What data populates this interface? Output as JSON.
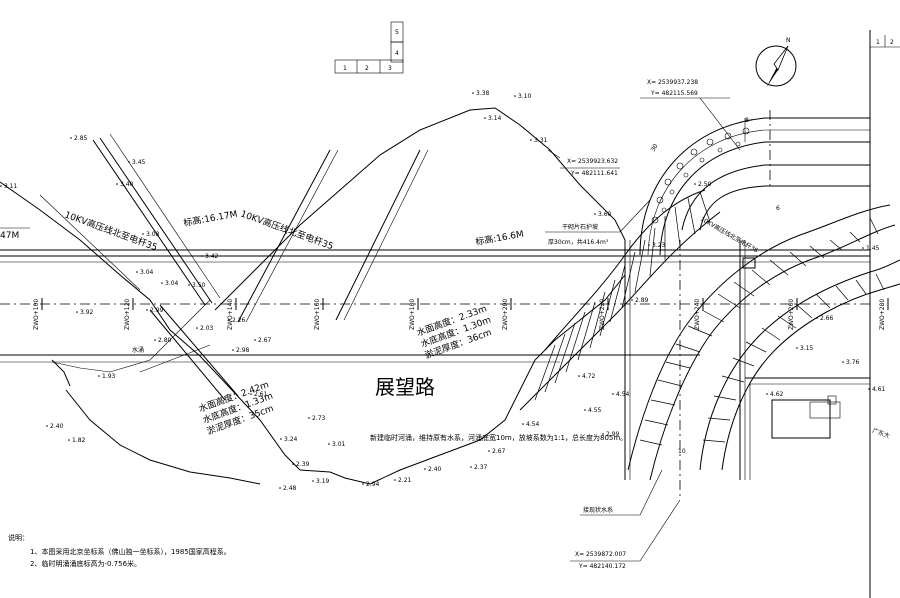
{
  "title_boxes": {
    "top": [
      "5",
      "4"
    ],
    "row": [
      "1",
      "2",
      "3"
    ]
  },
  "north": "N",
  "sheet_marks": {
    "left": "1",
    "right": "2"
  },
  "road_name": "展望路",
  "coords": {
    "c1_x": "X= 2539937.238",
    "c1_y": "Y= 482115.569",
    "c2_x": "X= 2539923.632",
    "c2_y": "Y= 482111.641",
    "c3_x": "X= 2539872.007",
    "c3_y": "Y= 482140.172"
  },
  "stakes": [
    "ZWO+100",
    "ZWO+120",
    "ZWO+140",
    "ZWO+160",
    "ZWO+180",
    "ZWO+200",
    "ZWO+220",
    "ZWO+240",
    "ZWO+260",
    "ZWO+280"
  ],
  "callouts": {
    "stone_wall": "干砌片石护坡",
    "stone_wall_spec": "厚30cm，共416.4m³",
    "temp_channel": "新建临时河涌，维持原有水系，河涌底宽10m，放坡系数为1:1，总长度为805m。",
    "existing_water": "接现状水系",
    "water_label": "水涌",
    "dong": "广东大"
  },
  "elevations": {
    "e1": "标高:16.17M",
    "e2": "标高:16.6M",
    "left_edge": "47M"
  },
  "power_lines": {
    "p1": "10KV高压线北至电杆35",
    "p2": "10KV高压线北至电杆35",
    "p3": "10KV高压线北至电杆36"
  },
  "water_info": {
    "a": {
      "l1": "水面高度：2.42m",
      "l2": "水底高度：1.33m",
      "l3": "淤泥厚度：35cm"
    },
    "b": {
      "l1": "水面高度：2.33m",
      "l2": "水底高度：1.30m",
      "l3": "淤泥厚度：36cm"
    }
  },
  "spot_levels": [
    "3.38",
    "3.10",
    "3.14",
    "3.31",
    "2.85",
    "3.45",
    "3.40",
    "3.11",
    "3.08",
    "3.04",
    "3.04",
    "3.50",
    "3.42",
    "3.92",
    "2.99",
    "2.80",
    "2.03",
    "2.26",
    "2.67",
    "2.98",
    "2.61",
    "2.73",
    "2.40",
    "1.82",
    "1.93",
    "3.01",
    "2.40",
    "2.37",
    "2.67",
    "2.21",
    "2.94",
    "3.19",
    "2.48",
    "2.39",
    "3.24",
    "4.72",
    "4.54",
    "4.55",
    "2.99",
    "4.54",
    "3.60",
    "3.23",
    "2.89",
    "2.50",
    "4.61",
    "4.62",
    "3.15",
    "2.66",
    "1.45",
    "3.76"
  ],
  "notes": {
    "heading": "说明：",
    "n1": "1、本图采用北京坐标系（佛山独一坐标系），1985国家高程系。",
    "n2": "2、临时明涌涌底标高为-0.756米。"
  },
  "dims": {
    "d8": "8",
    "d6": "6",
    "d10": "10",
    "d30": "30"
  }
}
